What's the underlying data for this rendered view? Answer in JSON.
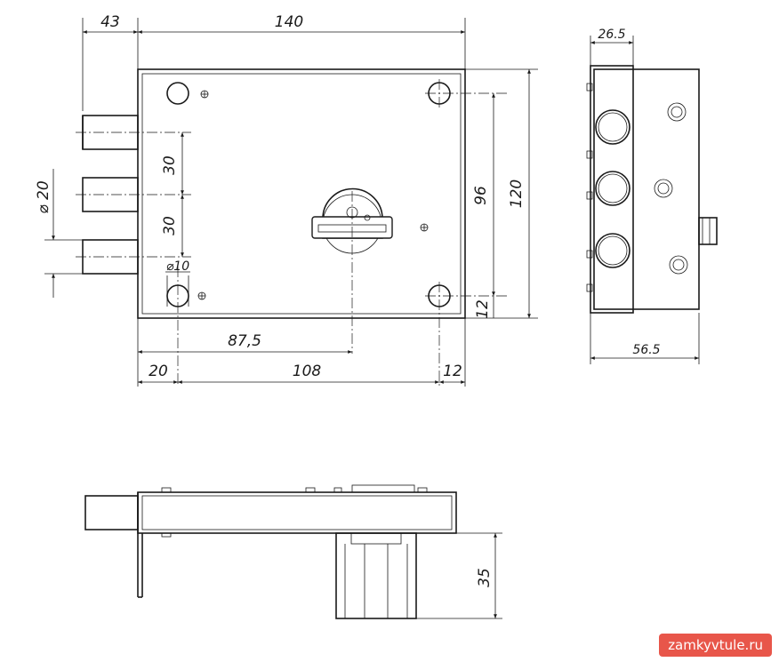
{
  "front_view": {
    "dim_top_overhang": "43",
    "dim_body_width": "140",
    "dim_bolt_spacing_1": "30",
    "dim_bolt_spacing_2": "30",
    "dim_bolt_diameter": "⌀ 20",
    "dim_hole_diameter": "⌀10",
    "dim_hole_spacing_vertical": "96",
    "dim_body_height": "120",
    "dim_hole_bottom_offset": "12",
    "dim_backset": "87,5",
    "dim_left_hole_offset": "20",
    "dim_hole_spacing_horizontal": "108",
    "dim_right_hole_offset": "12"
  },
  "side_view": {
    "dim_faceplate": "26.5",
    "dim_depth": "56.5"
  },
  "bottom_view": {
    "dim_cylinder_projection": "35"
  },
  "watermark": "zamkyvtule.ru"
}
